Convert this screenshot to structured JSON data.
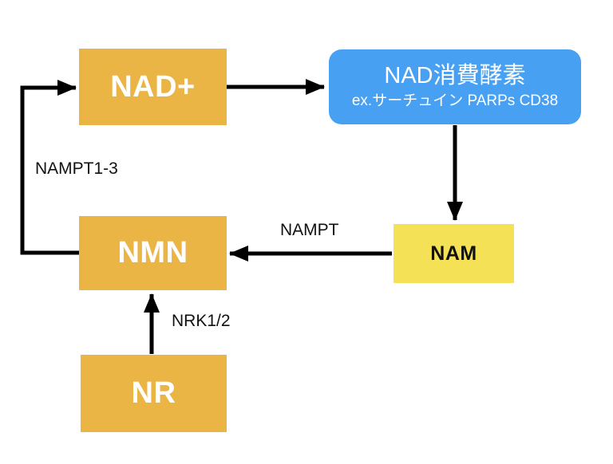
{
  "diagram": {
    "description": "NAD+ salvage pathway diagram",
    "nodes": {
      "nad": {
        "label": "NAD+"
      },
      "consumer": {
        "title": "NAD消費酵素",
        "subtitle": "ex.サーチュイン PARPs CD38"
      },
      "nmn": {
        "label": "NMN"
      },
      "nam": {
        "label": "NAM"
      },
      "nr": {
        "label": "NR"
      }
    },
    "edges": [
      {
        "from": "NAD+",
        "to": "NAD消費酵素",
        "label": ""
      },
      {
        "from": "NAD消費酵素",
        "to": "NAM",
        "label": ""
      },
      {
        "from": "NAM",
        "to": "NMN",
        "label": "NAMPT"
      },
      {
        "from": "NR",
        "to": "NMN",
        "label": "NRK1/2"
      },
      {
        "from": "NMN",
        "to": "NAD+",
        "label": "NAMPT1-3"
      }
    ],
    "edge_labels": {
      "nmn_to_nad": "NAMPT1-3",
      "nam_to_nmn": "NAMPT",
      "nr_to_nmn": "NRK1/2"
    },
    "colors": {
      "background": "#FFFFFF",
      "node_orange": "#EBB546",
      "node_yellow": "#F5E155",
      "node_blue": "#47A0F2",
      "arrow": "#000000",
      "text_on_orange": "#FFFFFF",
      "text_on_blue": "#FFFFFF",
      "text_dark": "#111111"
    }
  }
}
